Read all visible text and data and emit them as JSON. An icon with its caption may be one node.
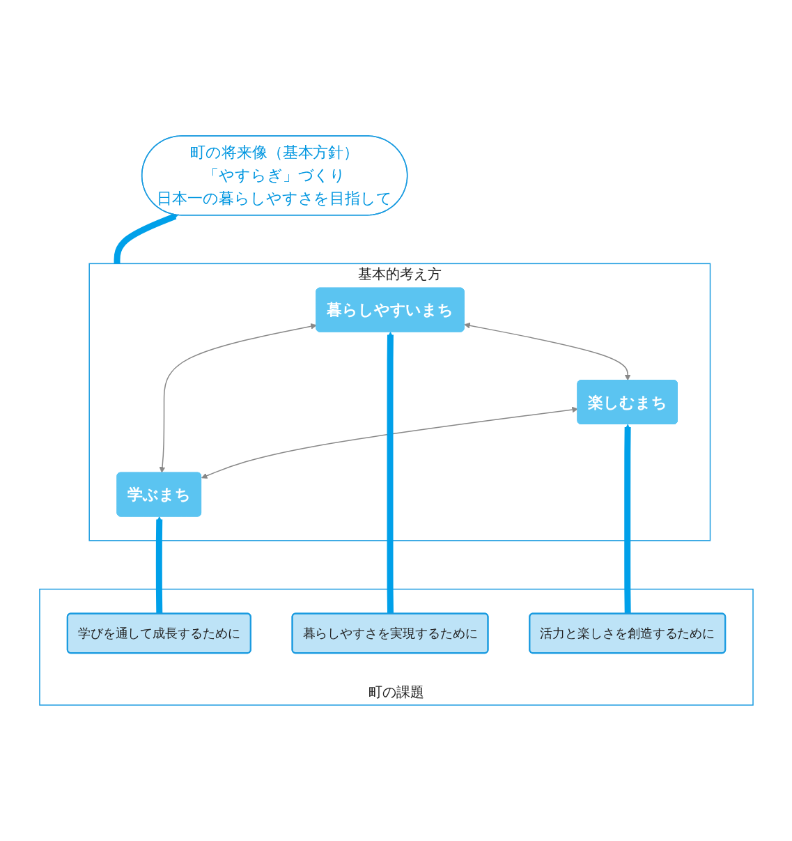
{
  "diagram": {
    "nodes": [
      {
        "text": [
          "町の将来像（基本方針）",
          "「やすらぎ」づくり",
          "日本一の暮らしやすさを目指して"
        ]
      },
      {
        "text": [
          "基本的考え方"
        ]
      },
      {
        "text": [
          "学ぶまち"
        ],
        "in": 1
      },
      {
        "text": [
          "楽しむまち"
        ],
        "in": 1
      },
      {
        "text": [
          "暮らしやすいまち"
        ],
        "in": 1
      },
      {
        "text": [
          "町の課題"
        ]
      },
      {
        "text": [
          "学びを通して成長するために"
        ],
        "in": 5
      },
      {
        "text": [
          "暮らしやすさを実現するために"
        ],
        "in": 5
      },
      {
        "text": [
          "活力と楽しさを創造するために"
        ],
        "in": 5
      }
    ],
    "edges": [
      {
        "from": 1,
        "to": 0,
        "arrow": "to"
      },
      {
        "from": 2,
        "to": 3,
        "arrow": "both",
        "color": "#888888"
      },
      {
        "from": 2,
        "to": 4,
        "arrow": "both",
        "color": "#888888"
      },
      {
        "from": 3,
        "to": 4,
        "arrow": "both",
        "color": "#888888"
      },
      {
        "from": 6,
        "to": 2,
        "arrow": "to"
      },
      {
        "from": 7,
        "to": 4,
        "arrow": "to"
      },
      {
        "from": 8,
        "to": 3,
        "arrow": "to"
      }
    ]
  }
}
